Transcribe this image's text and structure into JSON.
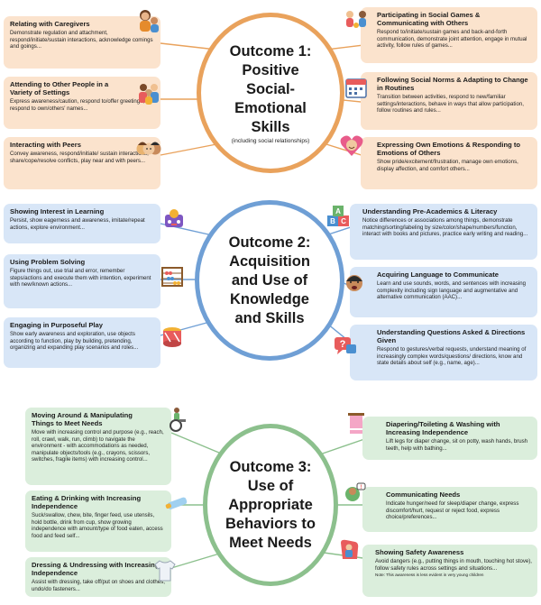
{
  "colors": {
    "outcome1_accent": "#e9a25c",
    "outcome1_box": "#fbe3cd",
    "outcome2_accent": "#6f9fd5",
    "outcome2_box": "#d8e6f7",
    "outcome3_accent": "#8cc08d",
    "outcome3_box": "#dbeedc"
  },
  "outcomes": [
    {
      "title": "Outcome 1:\nPositive\nSocial-\nEmotional\nSkills",
      "note": "(including social relationships)",
      "boxes": [
        {
          "title": "Relating with Caregivers",
          "desc": "Demonstrate regulation and attachment, respond/initiate/sustain interactions, acknowledge comings and goings...",
          "icon": "caregiver-icon"
        },
        {
          "title": "Attending to Other People in a Variety of Settings",
          "desc": "Express awareness/caution, respond to/offer greetings, respond to own/others' names...",
          "icon": "people-group-icon"
        },
        {
          "title": "Interacting with Peers",
          "desc": "Convey awareness, respond/initiate/ sustain interactions, share/cope/resolve conflicts, play near and with peers...",
          "icon": "peers-icon"
        },
        {
          "title": "Participating in Social Games & Communicating with Others",
          "desc": "Respond to/initiate/sustain games and back-and-forth communication, demonstrate joint attention, engage in mutual activity, follow rules of games...",
          "icon": "social-game-icon"
        },
        {
          "title": "Following Social Norms & Adapting to Change in Routines",
          "desc": "Transition between activities, respond to new/familiar settings/interactions, behave in ways that allow participation, follow routines and rules...",
          "icon": "calendar-icon"
        },
        {
          "title": "Expressing Own Emotions & Responding to Emotions of Others",
          "desc": "Show pride/excitement/frustration, manage own emotions, display affection, and comfort others...",
          "icon": "emotions-icon"
        }
      ]
    },
    {
      "title": "Outcome 2:\nAcquisition\nand Use of\nKnowledge\nand Skills",
      "boxes": [
        {
          "title": "Showing Interest in Learning",
          "desc": "Persist, show eagerness and awareness, imitate/repeat actions, explore environment...",
          "icon": "toy-icon"
        },
        {
          "title": "Using Problem Solving",
          "desc": "Figure things out, use trial and error, remember steps/actions and execute them with intention, experiment with new/known actions...",
          "icon": "abacus-icon"
        },
        {
          "title": "Engaging in Purposeful Play",
          "desc": "Show early awareness and exploration, use objects according to function, play by building, pretending, organizing and expanding play scenarios and roles...",
          "icon": "toy-drum-icon"
        },
        {
          "title": "Understanding Pre-Academics & Literacy",
          "desc": "Notice differences or associations among things, demonstrate matching/sorting/labeling by size/color/shape/numbers/function, interact with books and pictures, practice early writing and reading...",
          "icon": "abc-blocks-icon"
        },
        {
          "title": "Acquiring Language to Communicate",
          "desc": "Learn and use sounds, words, and sentences with increasing complexity including sign language and augmentative and alternative communication (AAC)...",
          "icon": "speaking-child-icon"
        },
        {
          "title": "Understanding Questions Asked & Directions Given",
          "desc": "Respond to gestures/verbal requests, understand meaning of increasingly complex words/questions/ directions, know and state details about self (e.g., name, age)...",
          "icon": "question-bubble-icon"
        }
      ]
    },
    {
      "title": "Outcome 3:\nUse of\nAppropriate\nBehaviors to\nMeet Needs",
      "boxes": [
        {
          "title": "Moving Around & Manipulating Things to Meet Needs",
          "desc": "Move with increasing control and purpose (e.g., reach, roll, crawl, walk, run, climb) to navigate the environment - with accommodations as needed, manipulate objects/tools (e.g., crayons, scissors, switches, fragile items) with increasing control...",
          "icon": "wheelchair-icon"
        },
        {
          "title": "Eating & Drinking with Increasing Independence",
          "desc": "Suck/swallow, chew, bite, finger feed, use utensils, hold bottle, drink from cup, show growing independence with amount/type of food eaten, access food and feed self...",
          "icon": "bottle-icon"
        },
        {
          "title": "Dressing & Undressing with Increasing Independence",
          "desc": "Assist with dressing, take off/put on shoes and clothes, undo/do fasteners...",
          "icon": "shirt-icon"
        },
        {
          "title": "Diapering/Toileting & Washing with Increasing Independence",
          "desc": "Lift legs for diaper change, sit on potty, wash hands, brush teeth, help with bathing...",
          "icon": "towel-icon"
        },
        {
          "title": "Communicating Needs",
          "desc": "Indicate hunger/need for sleep/diaper change, express discomfort/hurt, request or reject food, express choice/preferences...",
          "icon": "needs-icon"
        },
        {
          "title": "Showing Safety Awareness",
          "desc": "Avoid dangers (e.g., putting things in mouth, touching hot stove), follow safety rules across settings and situations...",
          "note": "Note: This awareness is less evident in very young children",
          "icon": "car-seat-icon"
        }
      ]
    }
  ]
}
